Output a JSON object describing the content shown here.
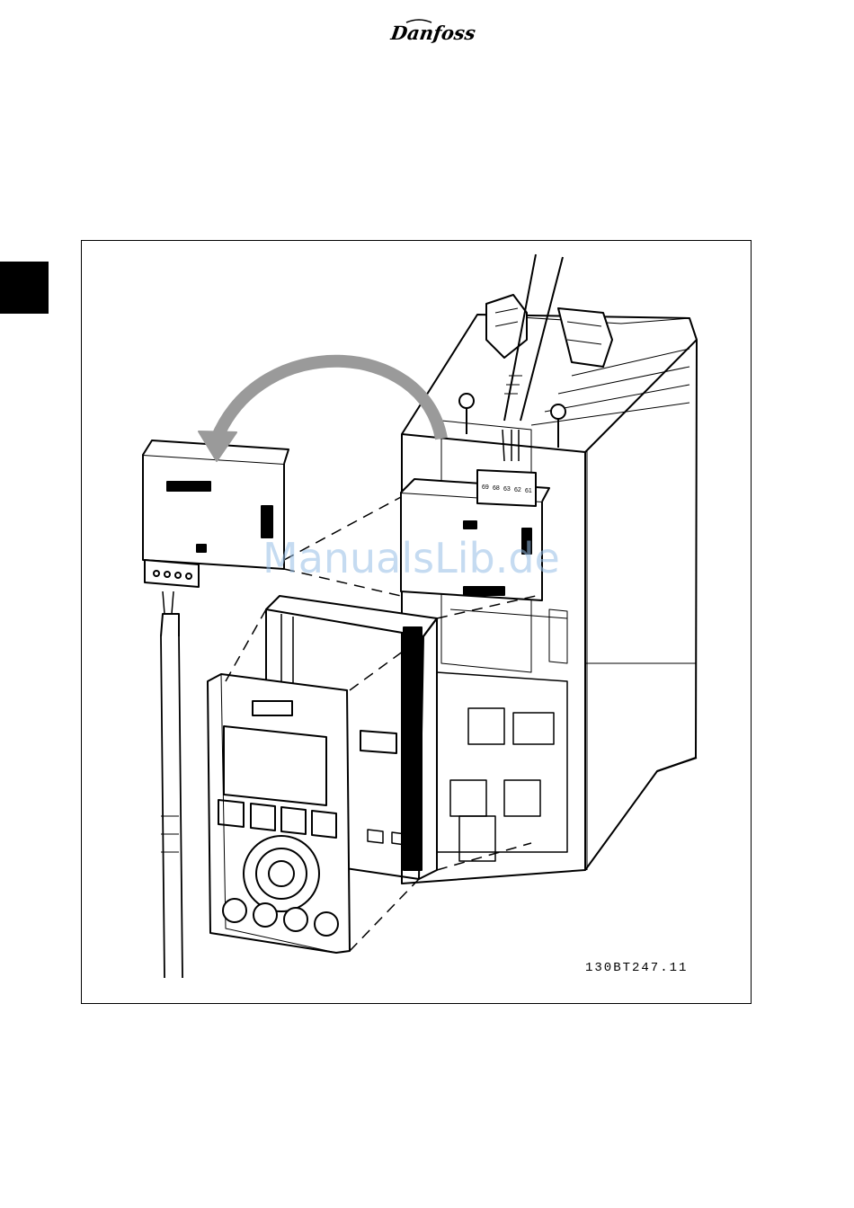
{
  "header": {
    "brand_logo_text": "Danfoss"
  },
  "figure": {
    "code": "130BT247.11",
    "terminal_labels": [
      "69",
      "68",
      "63",
      "62",
      "61"
    ]
  },
  "watermark": {
    "text": "ManualsLib.de"
  }
}
